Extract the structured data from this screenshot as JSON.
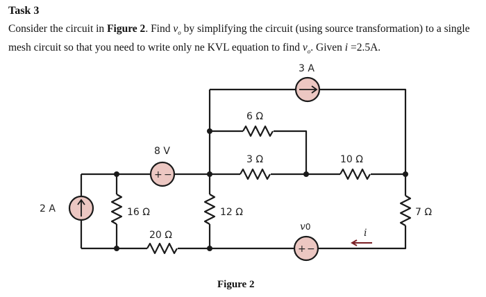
{
  "task": {
    "title": "Task 3",
    "text_1": "Consider the circuit in ",
    "figure_ref": "Figure 2",
    "text_2": ". Find ",
    "var_vo": "v",
    "var_vo_sub": "o",
    "text_3": " by simplifying the circuit (using source transformation) to a single mesh circuit so that you need to write only ne KVL equation to find ",
    "text_4": ". Given ",
    "var_i": "i",
    "text_5": " =2.5A."
  },
  "figure": {
    "caption": "Figure 2",
    "components": {
      "current_source_left": {
        "label": "2 A",
        "direction": "up"
      },
      "current_source_top": {
        "label": "3 A",
        "direction": "right"
      },
      "voltage_source_8v": {
        "label": "8 V",
        "polarity": "+ -"
      },
      "voltage_source_vo": {
        "label": "v",
        "label_sub": "0",
        "polarity": "+ -"
      },
      "resistor_16": {
        "label": "16 Ω"
      },
      "resistor_20": {
        "label": "20 Ω"
      },
      "resistor_12": {
        "label": "12 Ω"
      },
      "resistor_6": {
        "label": "6 Ω"
      },
      "resistor_3": {
        "label": "3 Ω"
      },
      "resistor_10": {
        "label": "10 Ω"
      },
      "resistor_7": {
        "label": "7 Ω"
      },
      "current_i": {
        "label": "i",
        "direction": "left"
      }
    },
    "colors": {
      "wire": "#1a1a1a",
      "source_fill": "#ecc7c2",
      "arrow_i": "#7a1f24"
    }
  }
}
